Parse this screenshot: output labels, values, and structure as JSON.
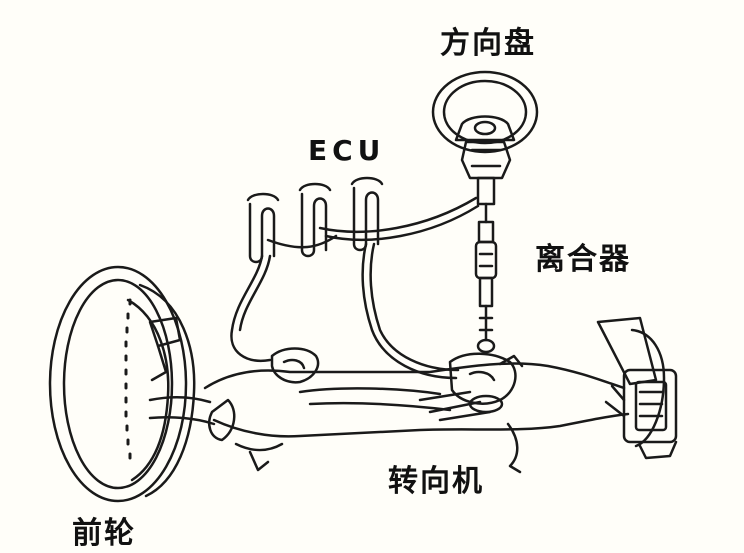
{
  "labels": {
    "steering_wheel": "方向盘",
    "ecu": "ECU",
    "clutch": "离合器",
    "steering_gear": "转向机",
    "front_wheel": "前轮"
  },
  "colors": {
    "background": "#fffef9",
    "line": "#1a1a1a",
    "text": "#111111"
  }
}
